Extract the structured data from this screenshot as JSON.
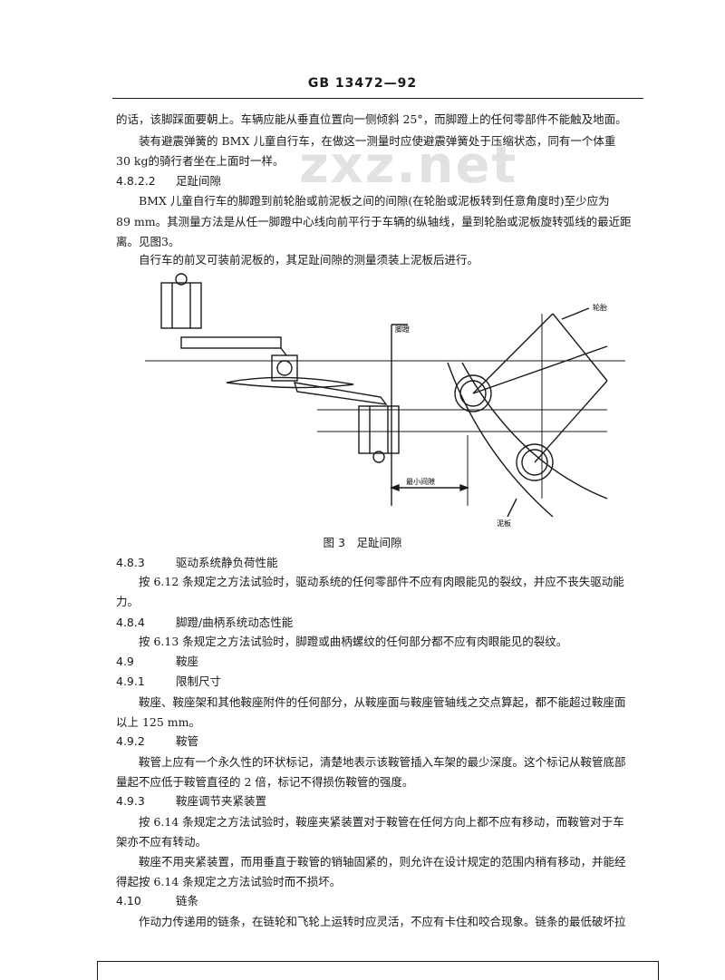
{
  "header": {
    "standard": "GB 13472—92"
  },
  "watermark": "zxz.net",
  "paras": {
    "p1": "的话，该脚踩面要朝上。车辆应能从垂直位置向一侧倾斜 25°，而脚蹬上的任何零部件不能触及地面。",
    "p2a": "装有避震弹簧的 BMX 儿童自行车，在做这一测量时应使避震弹簧处于压缩状态，同有一个体重",
    "p2b": "30 kg的骑行者坐在上面时一样。",
    "p3a": "BMX 儿童自行车的脚蹬到前轮胎或前泥板之间的间隙(在轮胎或泥板转到任意角度时)至少应为",
    "p3b": "89 mm。其测量方法是从任一脚蹬中心线向前平行于车辆的纵轴线，量到轮胎或泥板旋转弧线的最近距",
    "p3c": "离。见图3。",
    "p4": "自行车的前叉可装前泥板的，其足趾间隙的测量须装上泥板后进行。",
    "p5a": "按 6.12 条规定之方法试验时，驱动系统的任何零部件不应有肉眼能见的裂纹，并应不丧失驱动能",
    "p5b": "力。",
    "p6": "按 6.13 条规定之方法试验时，脚蹬或曲柄螺纹的任何部分都不应有肉眼能见的裂纹。",
    "p7a": "鞍座、鞍座架和其他鞍座附件的任何部分，从鞍座面与鞍座管轴线之交点算起，都不能超过鞍座面",
    "p7b": "以上 125 mm。",
    "p8a": "鞍管上应有一个永久性的环状标记，清楚地表示该鞍管插入车架的最少深度。这个标记从鞍管底部",
    "p8b": "量起不应低于鞍管直径的 2 倍，标记不得损伤鞍管的强度。",
    "p9a": "按 6.14 条规定之方法试验时，鞍座夹紧装置对于鞍管在任何方向上都不应有移动，而鞍管对于车",
    "p9b": "架亦不应有转动。",
    "p10a": "鞍座不用夹紧装置，而用垂直于鞍管的销轴固紧的，则允许在设计规定的范围内稍有移动，并能经",
    "p10b": "得起按 6.14 条规定之方法试验时而不损坏。",
    "p11": "作动力传递用的链条，在链轮和飞轮上运转时应灵活，不应有卡住和咬合现象。链条的最低破坏拉"
  },
  "sections": {
    "s1": {
      "num": "4.8.2.2",
      "title": "足趾间隙"
    },
    "s2": {
      "num": "4.8.3",
      "title": "驱动系统静负荷性能"
    },
    "s3": {
      "num": "4.8.4",
      "title": "脚蹬/曲柄系统动态性能"
    },
    "s4": {
      "num": "4.9",
      "title": "鞍座"
    },
    "s5": {
      "num": "4.9.1",
      "title": "限制尺寸"
    },
    "s6": {
      "num": "4.9.2",
      "title": "鞍管"
    },
    "s7": {
      "num": "4.9.3",
      "title": "鞍座调节夹紧装置"
    },
    "s8": {
      "num": "4.10",
      "title": "链条"
    }
  },
  "figure": {
    "labels": {
      "tire": "轮胎",
      "pedal": "脚蹬",
      "min_gap": "最小间隙",
      "fender": "泥板"
    },
    "caption": "图 3　足趾间隙"
  }
}
